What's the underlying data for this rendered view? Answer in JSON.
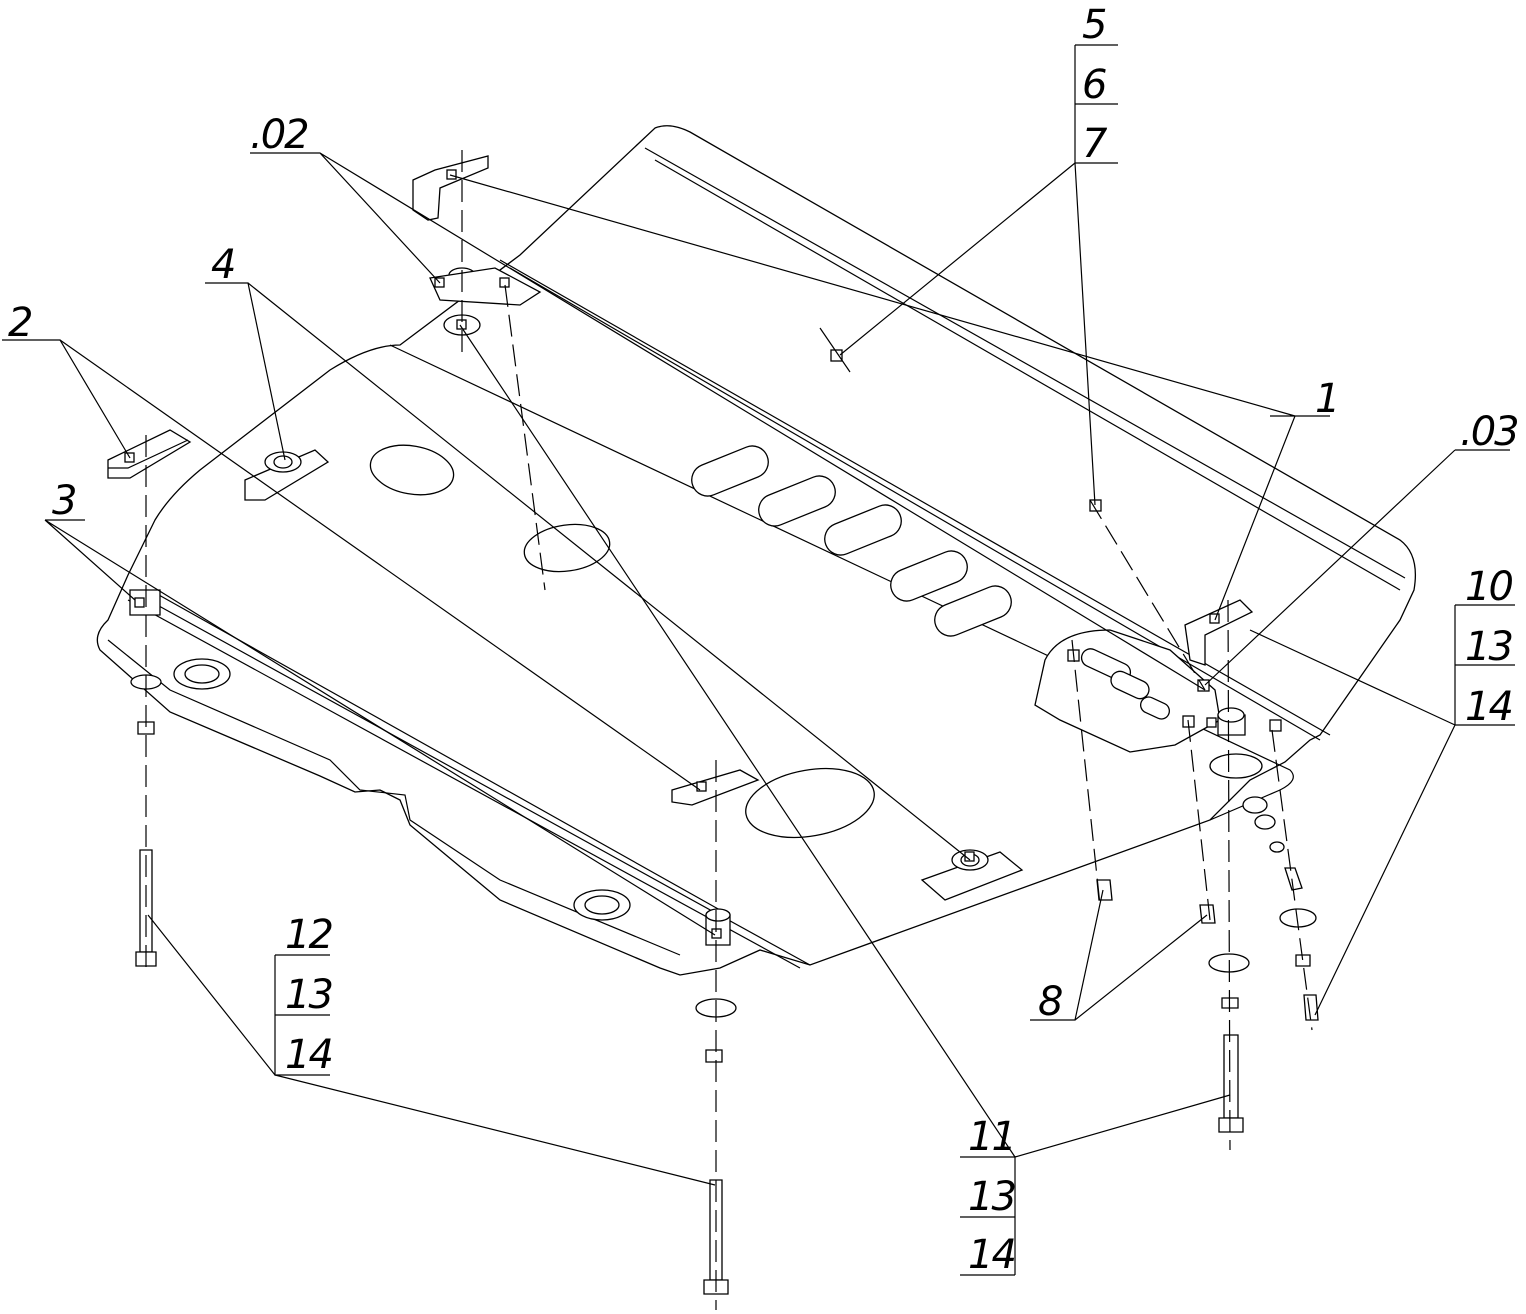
{
  "labels": {
    "l1": "1",
    "l2": "2",
    "l3": "3",
    "l4": "4",
    "l8": "8",
    "l02": ".02",
    "l03": ".03",
    "s567": [
      "5",
      "6",
      "7"
    ],
    "s101314": [
      "10",
      "13",
      "14"
    ],
    "s121314": [
      "12",
      "13",
      "14"
    ],
    "s111314": [
      "11",
      "13",
      "14"
    ]
  }
}
